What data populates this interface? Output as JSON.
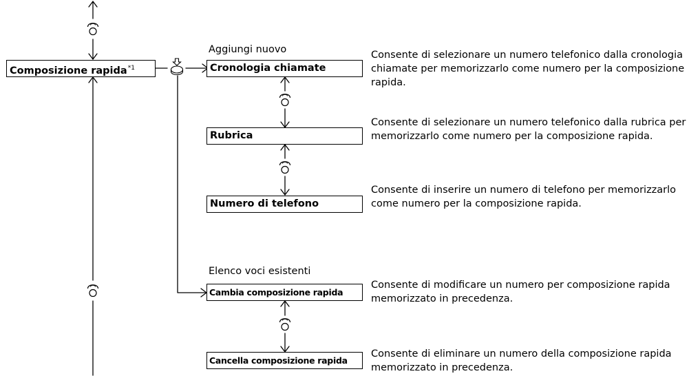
{
  "root": {
    "label": "Composizione rapida",
    "footnote": "*1"
  },
  "sections": {
    "add_new": "Aggiungi nuovo",
    "existing": "Elenco voci esistenti"
  },
  "items": {
    "call_history": {
      "label": "Cronologia chiamate",
      "description": "Consente di selezionare un numero telefonico dalla cronologia chiamate per memorizzarlo come numero per la composizione rapida."
    },
    "phonebook": {
      "label": "Rubrica",
      "description": "Consente di selezionare un numero telefonico dalla rubrica per memorizzarlo come numero per la composizione rapida."
    },
    "phone_number": {
      "label": "Numero di telefono",
      "description": "Consente di inserire un numero di telefono per memorizzarlo come numero per la composizione rapida."
    },
    "change": {
      "label": "Cambia composizione rapida",
      "description": "Consente di modificare un numero per composizione rapida memorizzato in precedenza."
    },
    "delete": {
      "label": "Cancella composizione rapida",
      "description": "Consente di eliminare un numero della composizione rapida memorizzato in precedenza."
    }
  },
  "icons": {
    "rotate": "interface-dial-rotate-icon",
    "press": "interface-dial-press-icon"
  }
}
